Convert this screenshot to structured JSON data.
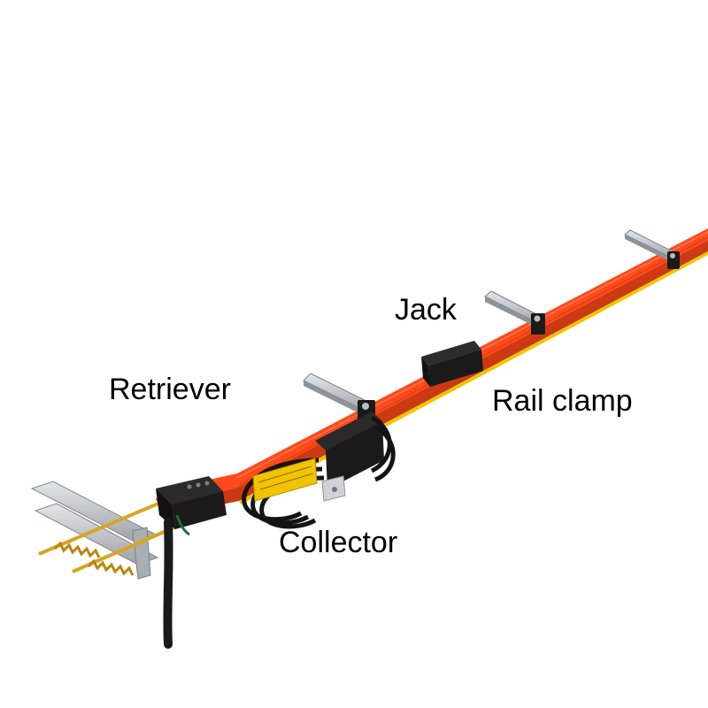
{
  "labels": {
    "jack": "Jack",
    "retriever": "Retriever",
    "rail_clamp": "Rail clamp",
    "collector": "Collector"
  },
  "colors": {
    "rail_orange": "#ff4a1c",
    "rail_yellow_stripe": "#f2c400",
    "housing_black": "#1a1a1a",
    "bracket_silver": "#c9cdd1",
    "spring_gold": "#d9a520",
    "label_text": "#000000"
  }
}
